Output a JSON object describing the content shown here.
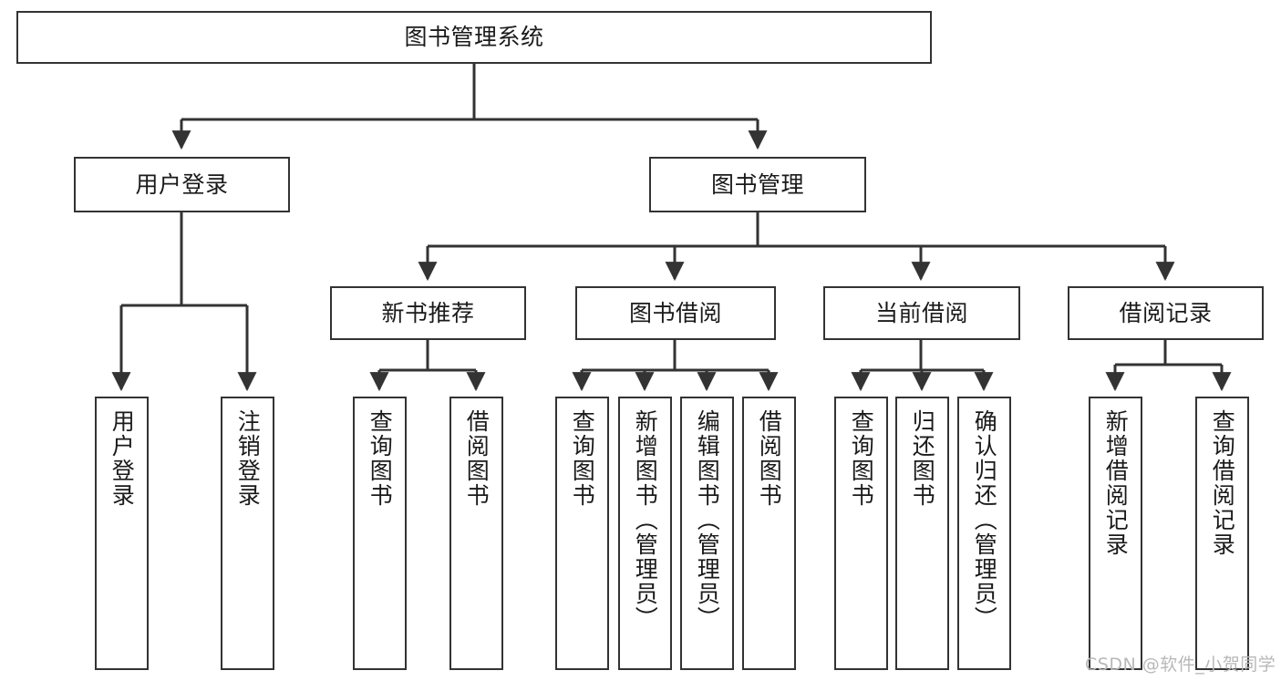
{
  "diagram": {
    "title": "图书管理系统",
    "type": "功能结构图",
    "watermark": "CSDN @软件_小贺同学",
    "colors": {
      "box_border": "#333333",
      "box_fill": "#ffffff",
      "connector": "#333333",
      "text": "#1a1a1a",
      "watermark": "#b8b8b8",
      "background": "#ffffff"
    }
  },
  "nodes": {
    "root": {
      "label": "图书管理系统"
    },
    "level2": [
      {
        "label": "用户登录"
      },
      {
        "label": "图书管理"
      }
    ],
    "level3": [
      {
        "label": "新书推荐"
      },
      {
        "label": "图书借阅"
      },
      {
        "label": "当前借阅"
      },
      {
        "label": "借阅记录"
      }
    ],
    "leaves": {
      "user_login": [
        {
          "label": "用户登录"
        },
        {
          "label": "注销登录"
        }
      ],
      "new_book_recommend": [
        {
          "label": "查询图书"
        },
        {
          "label": "借阅图书"
        }
      ],
      "book_borrow": [
        {
          "label": "查询图书"
        },
        {
          "label": "新增图书（管理员）"
        },
        {
          "label": "编辑图书（管理员）"
        },
        {
          "label": "借阅图书"
        }
      ],
      "current_borrow": [
        {
          "label": "查询图书"
        },
        {
          "label": "归还图书"
        },
        {
          "label": "确认归还（管理员）"
        }
      ],
      "borrow_record": [
        {
          "label": "新增借阅记录"
        },
        {
          "label": "查询借阅记录"
        }
      ]
    }
  }
}
